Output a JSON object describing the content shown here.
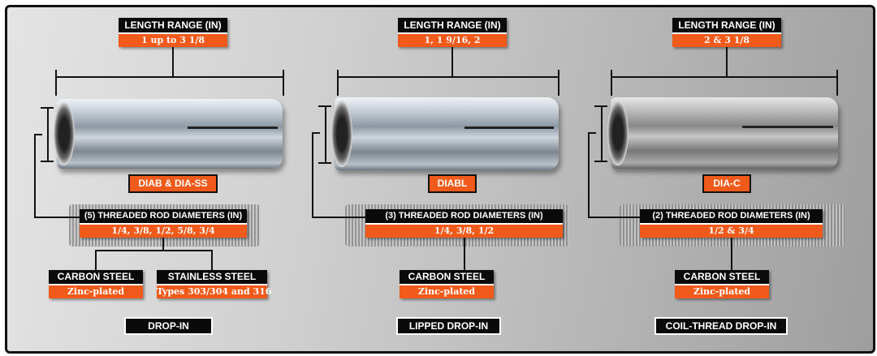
{
  "columns": [
    {
      "length_label": "LENGTH RANGE (IN)",
      "length_value": "1 up to 3 1/8",
      "model": "DIAB & DIA-SS",
      "rod_label": "(5) THREADED ROD DIAMETERS (IN)",
      "rod_value": "1/4, 3/8, 1/2, 5/8, 3/4",
      "materials": [
        {
          "name": "CARBON STEEL",
          "detail": "Zinc-plated"
        },
        {
          "name": "STAINLESS STEEL",
          "detail": "Types 303/304 and 316"
        }
      ],
      "title": "DROP-IN"
    },
    {
      "length_label": "LENGTH RANGE (IN)",
      "length_value": "1, 1 9/16, 2",
      "model": "DIABL",
      "rod_label": "(3) THREADED ROD DIAMETERS (IN)",
      "rod_value": "1/4, 3/8, 1/2",
      "materials": [
        {
          "name": "CARBON STEEL",
          "detail": "Zinc-plated"
        }
      ],
      "title": "LIPPED DROP-IN"
    },
    {
      "length_label": "LENGTH RANGE (IN)",
      "length_value": "2 & 3 1/8",
      "model": "DIA-C",
      "rod_label": "(2) THREADED ROD DIAMETERS (IN)",
      "rod_value": "1/2 & 3/4",
      "materials": [
        {
          "name": "CARBON STEEL",
          "detail": "Zinc-plated"
        }
      ],
      "title": "COIL-THREAD DROP-IN"
    }
  ],
  "colors": {
    "accent": "#f05a1a",
    "label_bg": "#0a0a0a"
  }
}
